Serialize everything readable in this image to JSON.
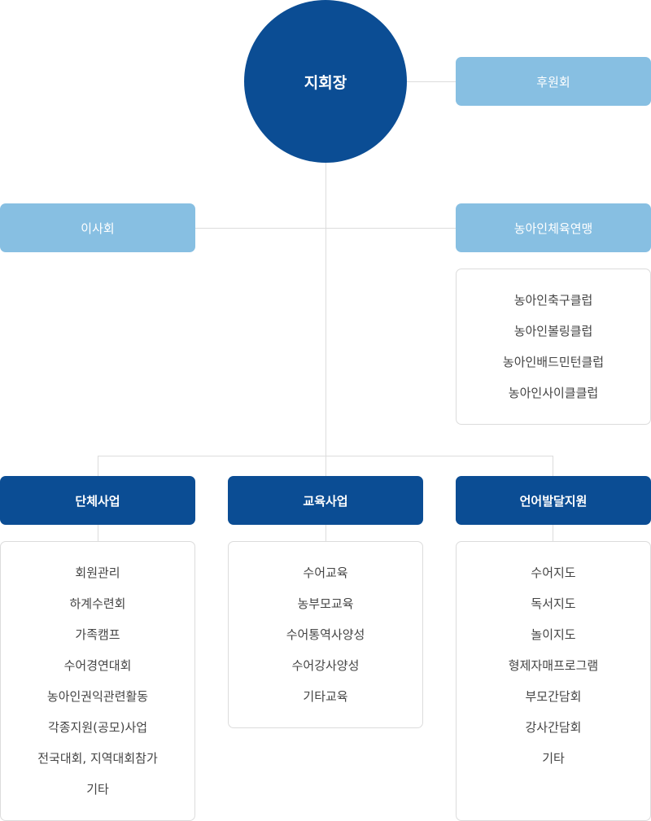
{
  "root": {
    "label": "지회장"
  },
  "sponsor": {
    "label": "후원회"
  },
  "board": {
    "label": "이사회"
  },
  "sports": {
    "label": "농아인체육연맹",
    "items": [
      "농아인축구클럽",
      "농아인볼링클럽",
      "농아인배드민턴클럽",
      "농아인사이클클럽"
    ]
  },
  "departments": [
    {
      "label": "단체사업",
      "items": [
        "회원관리",
        "하계수련회",
        "가족캠프",
        "수어경연대회",
        "농아인권익관련활동",
        "각종지원(공모)사업",
        "전국대회, 지역대회참가",
        "기타"
      ]
    },
    {
      "label": "교육사업",
      "items": [
        "수어교육",
        "농부모교육",
        "수어통역사양성",
        "수어강사양성",
        "기타교육"
      ]
    },
    {
      "label": "언어발달지원",
      "items": [
        "수어지도",
        "독서지도",
        "놀이지도",
        "형제자매프로그램",
        "부모간담회",
        "강사간담회",
        "기타"
      ]
    }
  ],
  "colors": {
    "primary": "#0b4d94",
    "secondary": "#87bfe2",
    "line": "#dcdcdc"
  }
}
